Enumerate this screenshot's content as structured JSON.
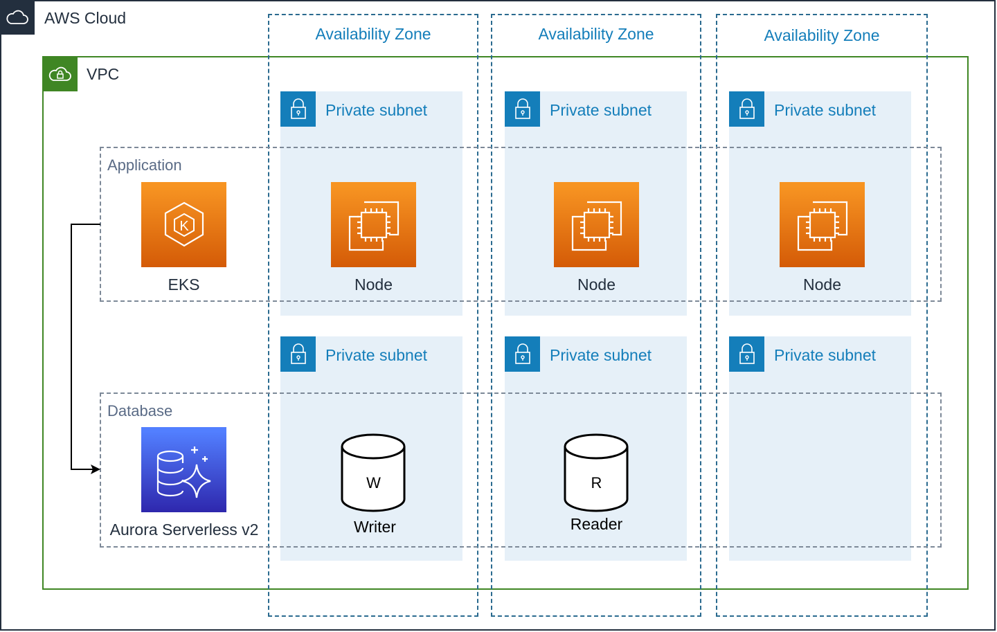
{
  "diagram": {
    "cloud": {
      "label": "AWS Cloud",
      "icon": "cloud-icon",
      "color": "#232f3e"
    },
    "vpc": {
      "label": "VPC",
      "icon": "vpc-cloud-lock-icon",
      "color": "#3f8624"
    },
    "availability_zones": [
      {
        "label": "Availability Zone"
      },
      {
        "label": "Availability Zone"
      },
      {
        "label": "Availability Zone"
      }
    ],
    "subnets": {
      "label": "Private subnet",
      "icon": "lock-icon",
      "color": "#147eba"
    },
    "groups": {
      "application": {
        "label": "Application"
      },
      "database": {
        "label": "Database"
      }
    },
    "services": {
      "eks": {
        "label": "EKS",
        "icon": "eks-kubernetes-icon"
      },
      "aurora": {
        "label": "Aurora Serverless v2",
        "icon": "aurora-serverless-icon"
      }
    },
    "nodes": [
      {
        "label": "Node",
        "icon": "ec2-instance-icon"
      },
      {
        "label": "Node",
        "icon": "ec2-instance-icon"
      },
      {
        "label": "Node",
        "icon": "ec2-instance-icon"
      }
    ],
    "db_instances": [
      {
        "letter": "W",
        "label": "Writer"
      },
      {
        "letter": "R",
        "label": "Reader"
      }
    ],
    "connector": {
      "from": "Application",
      "to": "Database"
    }
  }
}
